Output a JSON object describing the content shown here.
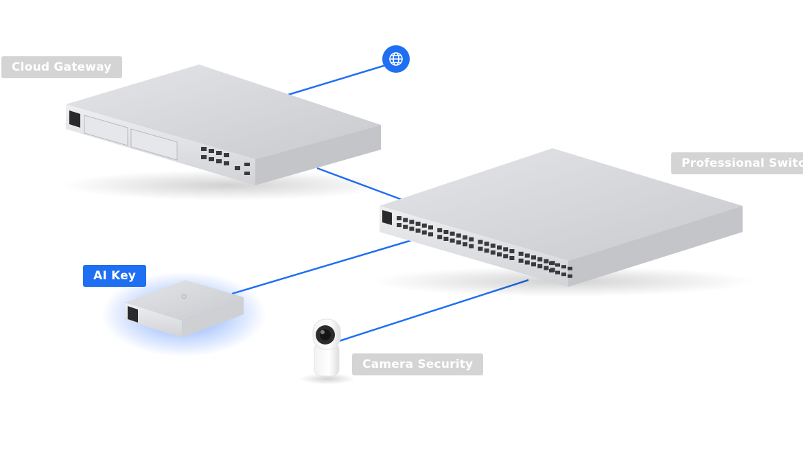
{
  "labels": {
    "cloud_gateway": "Cloud Gateway",
    "professional_switch": "Professional Switch",
    "ai_key": "AI Key",
    "camera_security": "Camera Security"
  },
  "icons": {
    "internet": "globe-icon"
  },
  "colors": {
    "link": "#1f6ff2",
    "label_grey": "#d4d4d4",
    "label_highlight": "#1f6ff2",
    "device_body": "#d9dade"
  }
}
